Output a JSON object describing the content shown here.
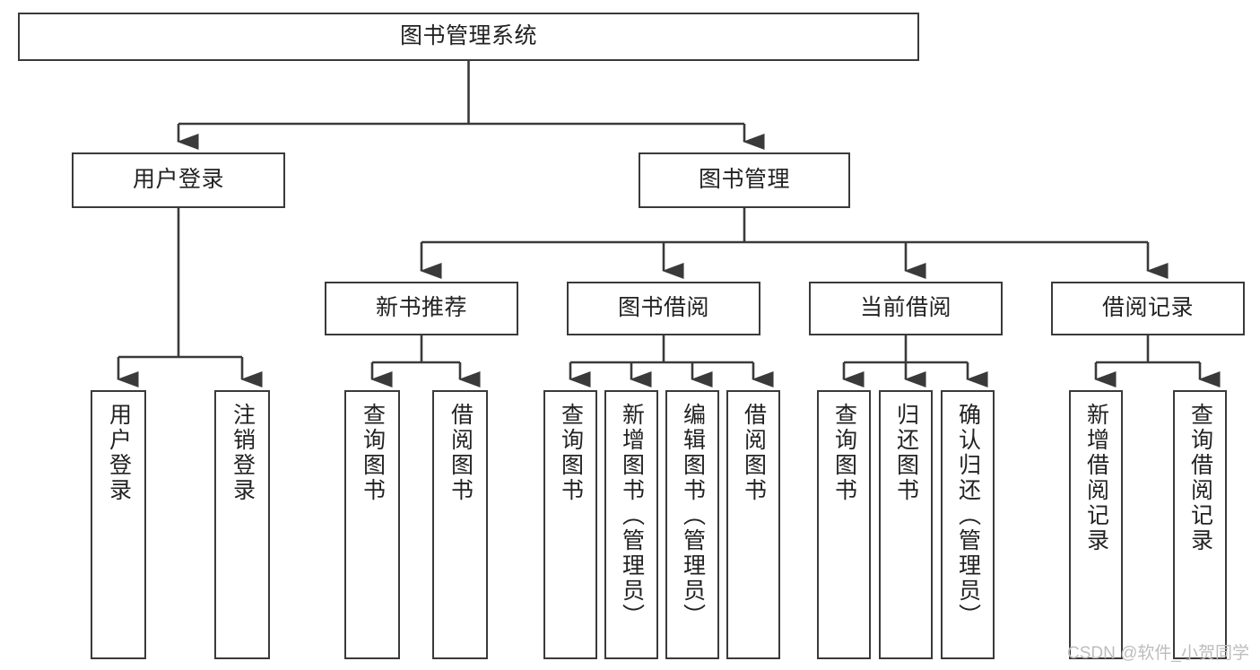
{
  "diagram": {
    "title": "图书管理系统",
    "type": "tree-hierarchy",
    "watermark": "CSDN @软件_小贺同学",
    "colors": {
      "stroke": "#3a3a3a",
      "fill": "#ffffff",
      "text": "#222222",
      "watermark": "#bdbdbd"
    },
    "nodes": {
      "root": "图书管理系统",
      "user_login": "用户登录",
      "book_manage": "图书管理",
      "new_book_rec": "新书推荐",
      "book_borrow": "图书借阅",
      "current_borrow": "当前借阅",
      "borrow_record": "借阅记录",
      "leaf_user_login": "用户登录",
      "leaf_logout": "注销登录",
      "leaf_query_book_a": "查询图书",
      "leaf_borrow_book_a": "借阅图书",
      "leaf_query_book_b": "查询图书",
      "leaf_add_book": "新增图书（管理员）",
      "leaf_edit_book": "编辑图书（管理员）",
      "leaf_borrow_book_b": "借阅图书",
      "leaf_query_book_c": "查询图书",
      "leaf_return_book": "归还图书",
      "leaf_confirm_return": "确认归还（管理员）",
      "leaf_add_record": "新增借阅记录",
      "leaf_query_record": "查询借阅记录"
    }
  }
}
